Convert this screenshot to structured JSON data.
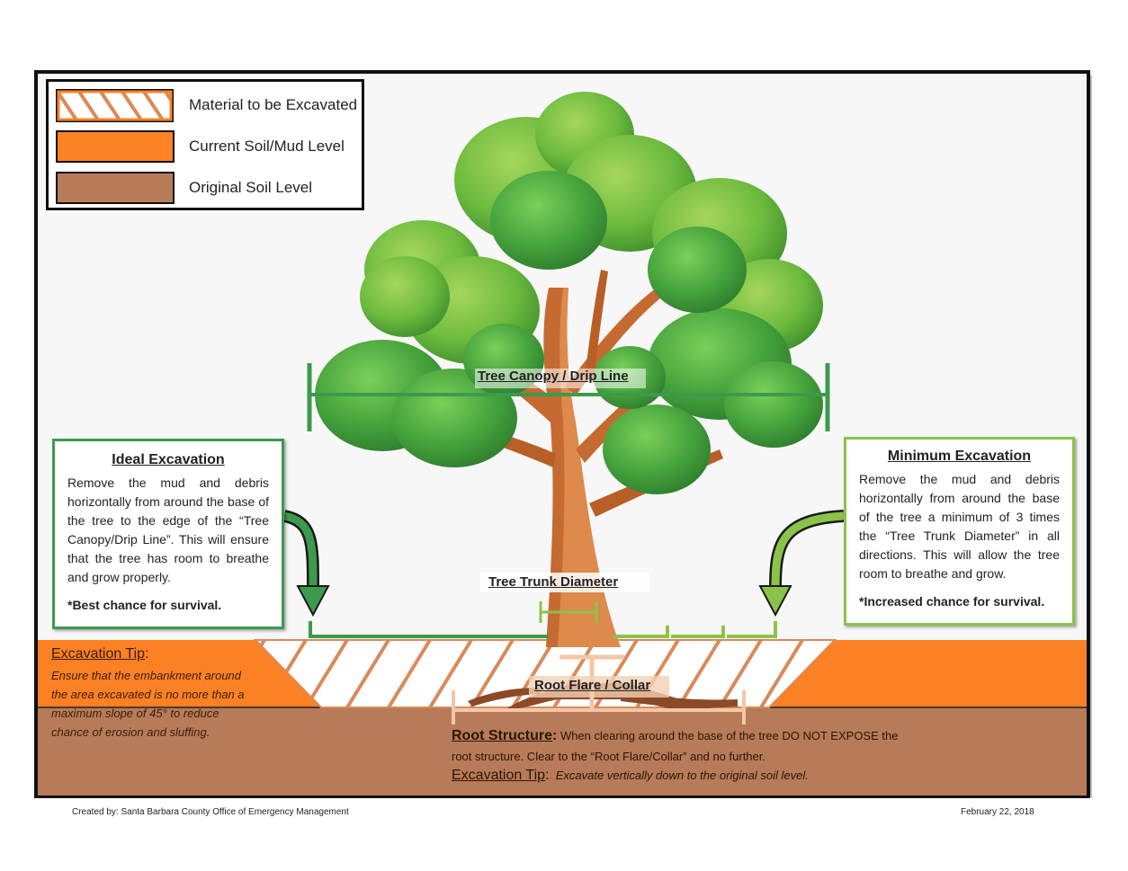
{
  "legend": [
    {
      "label": "Material to be Excavated",
      "swatch": "hatch"
    },
    {
      "label": "Current Soil/Mud Level",
      "swatch": "#fb8124"
    },
    {
      "label": "Original Soil Level",
      "swatch": "#b87b59"
    }
  ],
  "colors": {
    "mud": "#fb8124",
    "soil": "#b87b59",
    "canopy_line": "#3c9a4d",
    "lime": "#8bc34a",
    "trunk": "#c56a30",
    "hatch_stroke": "#d98a5a"
  },
  "labels": {
    "canopy": "Tree Canopy / Drip Line",
    "trunk": "Tree Trunk Diameter",
    "root_flare": "Root Flare / Collar"
  },
  "ideal": {
    "title": "Ideal Excavation",
    "body": "Remove the mud and debris horizontally from around the base of the tree to the edge of the “Tree Canopy/Drip Line”. This will ensure that the tree has room to breathe and grow properly.",
    "note": "*Best chance for survival."
  },
  "minimum": {
    "title": "Minimum Excavation",
    "body": "Remove the mud and debris horizontally from around the base of the tree a minimum of 3 times the “Tree Trunk Diameter” in all directions. This will allow the tree room to breathe and grow.",
    "note": "*Increased chance for survival."
  },
  "tip_left": {
    "title": "Excavation Tip",
    "colon": ":",
    "line1": "Ensure that the embankment around",
    "line2": "the area excavated is no more than a",
    "line3": "maximum slope of 45° to reduce",
    "line4": "chance of erosion and sluffing."
  },
  "root": {
    "title": "Root Structure",
    "colon": ":",
    "line1": " When clearing around the base of the tree DO NOT EXPOSE the",
    "line2": "root structure. Clear to the “Root Flare/Collar” and no further.",
    "tip_title": "Excavation Tip",
    "tip_colon": ":",
    "tip_text": "Excavate vertically down to the original soil level."
  },
  "footer": {
    "created": "Created by: Santa Barbara County Office of Emergency Management",
    "date": "February 22, 2018"
  },
  "icons": [
    "down-arrow-icon-green",
    "down-arrow-icon-lime"
  ]
}
